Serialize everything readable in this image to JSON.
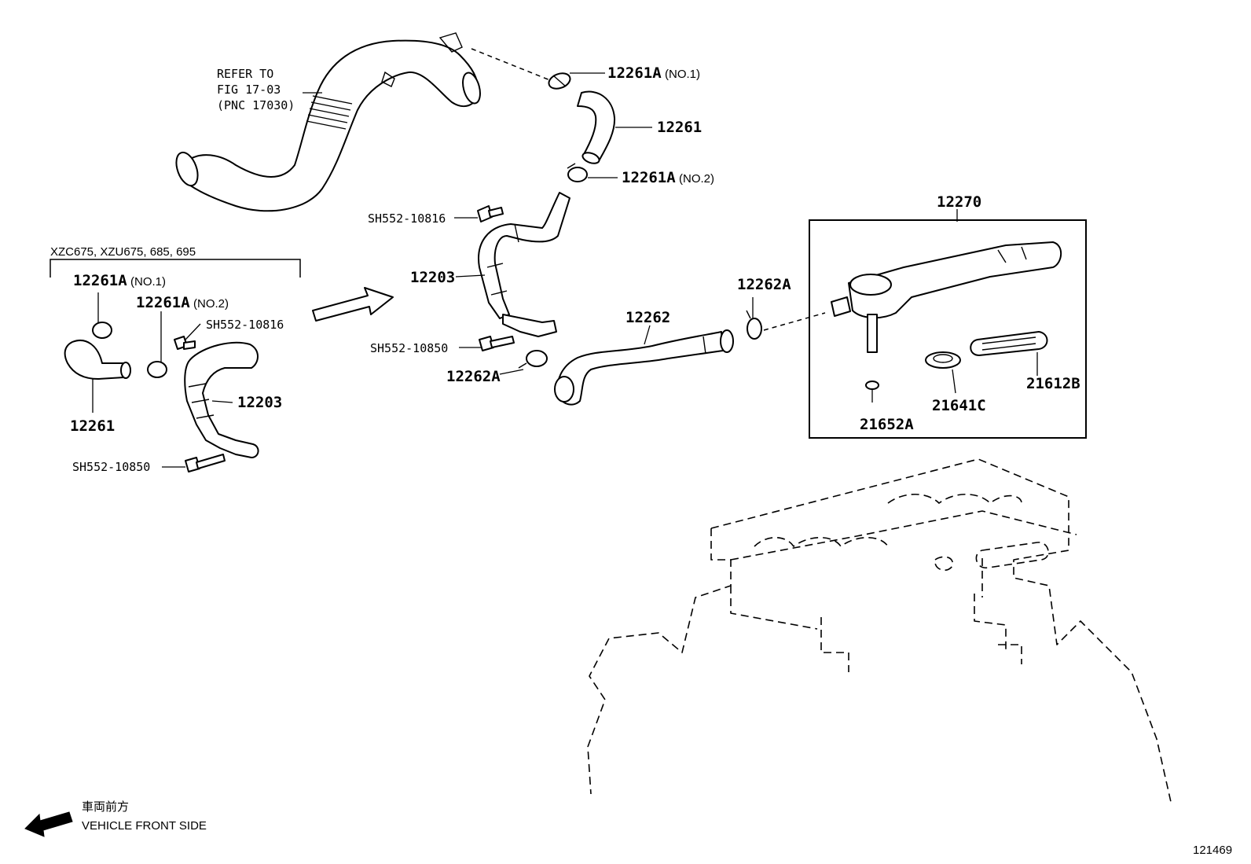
{
  "refer": {
    "line1": "REFER TO",
    "line2": "FIG 17-03",
    "line3": "(PNC 17030)"
  },
  "variant_box": {
    "models": "XZC675, XZU675, 685, 695"
  },
  "labels": {
    "p12261a_no1_right": "12261A",
    "p12261a_no1_right_suffix": "(NO.1)",
    "p12261_right": "12261",
    "p12261a_no2_right": "12261A",
    "p12261a_no2_right_suffix": "(NO.2)",
    "sh10816_mid": "SH552-10816",
    "p12203_mid": "12203",
    "sh10850_mid": "SH552-10850",
    "p12262a_mid": "12262A",
    "p12262": "12262",
    "p12262a_right": "12262A",
    "p12270": "12270",
    "p21612b": "21612B",
    "p21641c": "21641C",
    "p21652a": "21652A",
    "p12261a_no1_left": "12261A",
    "p12261a_no1_left_suffix": "(NO.1)",
    "p12261a_no2_left": "12261A",
    "p12261a_no2_left_suffix": "(NO.2)",
    "sh10816_left": "SH552-10816",
    "p12261_left": "12261",
    "p12203_left": "12203",
    "sh10850_left": "SH552-10850"
  },
  "direction": {
    "jp": "車両前方",
    "en": "VEHICLE FRONT SIDE"
  },
  "illustration_id": "121469"
}
